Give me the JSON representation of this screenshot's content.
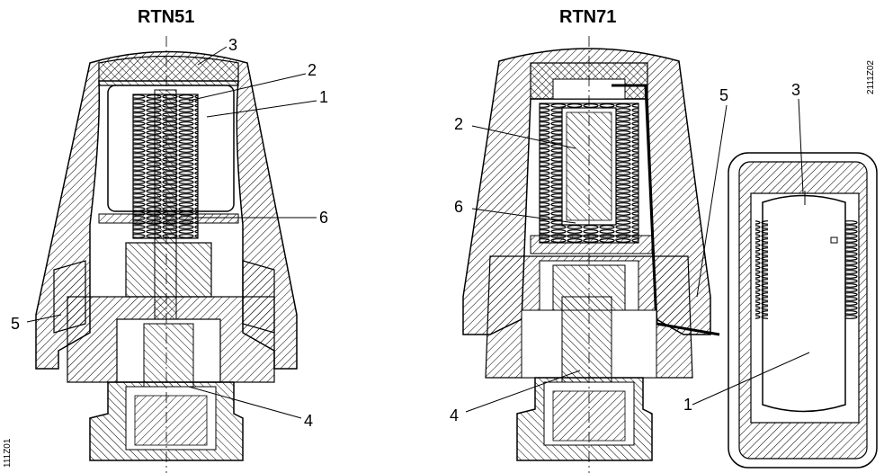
{
  "titles": {
    "left": "RTN51",
    "right": "RTN71"
  },
  "callouts_left": {
    "c1": "1",
    "c2": "2",
    "c3": "3",
    "c4": "4",
    "c5": "5",
    "c6": "6"
  },
  "callouts_right": {
    "c1": "1",
    "c2": "2",
    "c3": "3",
    "c4": "4",
    "c5": "5",
    "c6": "6"
  },
  "codes": {
    "left": "111Z01",
    "right": "2111Z02"
  }
}
